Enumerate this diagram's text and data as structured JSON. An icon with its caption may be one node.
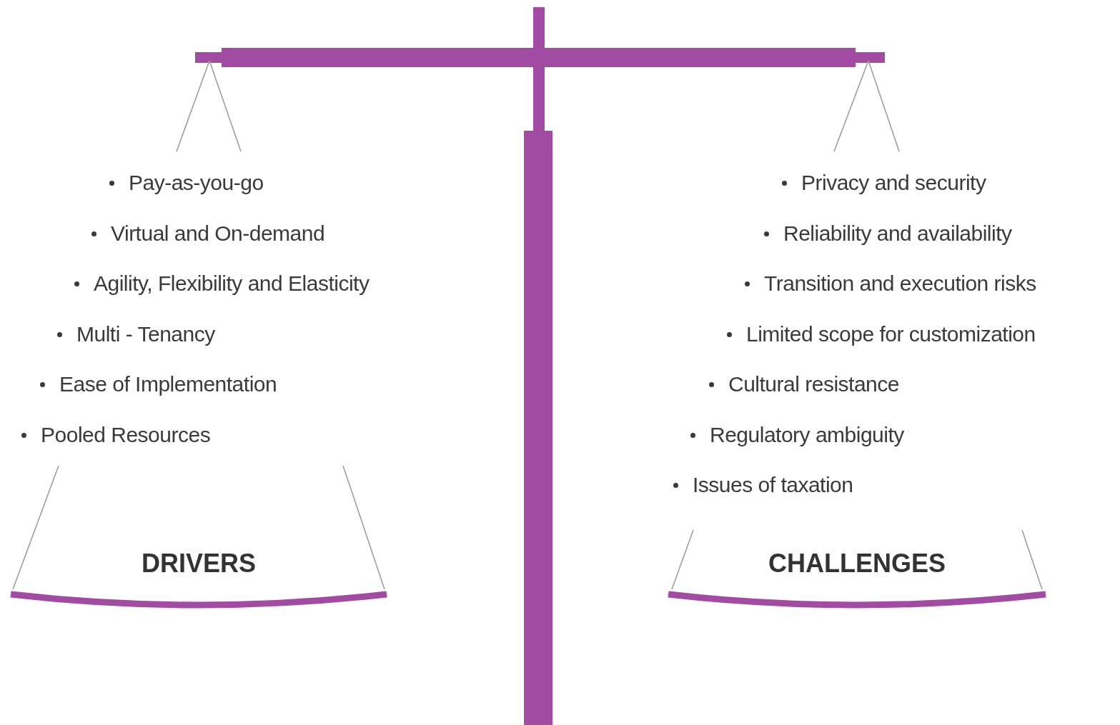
{
  "diagram": {
    "nodes": [
      {
        "text": [
          "DRIVERS"
        ]
      },
      {
        "text": [
          "CHALLENGES"
        ]
      }
    ],
    "edges": [],
    "labels": [
      "Pay-as-you-go",
      "Virtual and On-demand",
      "Agility, Flexibility and Elasticity",
      "Multi - Tenancy",
      "Ease of Implementation",
      "Pooled Resources",
      "Privacy and security",
      "Reliability and availability",
      "Transition and execution risks",
      "Limited scope for customization",
      "Cultural resistance",
      "Regulatory ambiguity",
      "Issues of taxation"
    ]
  }
}
